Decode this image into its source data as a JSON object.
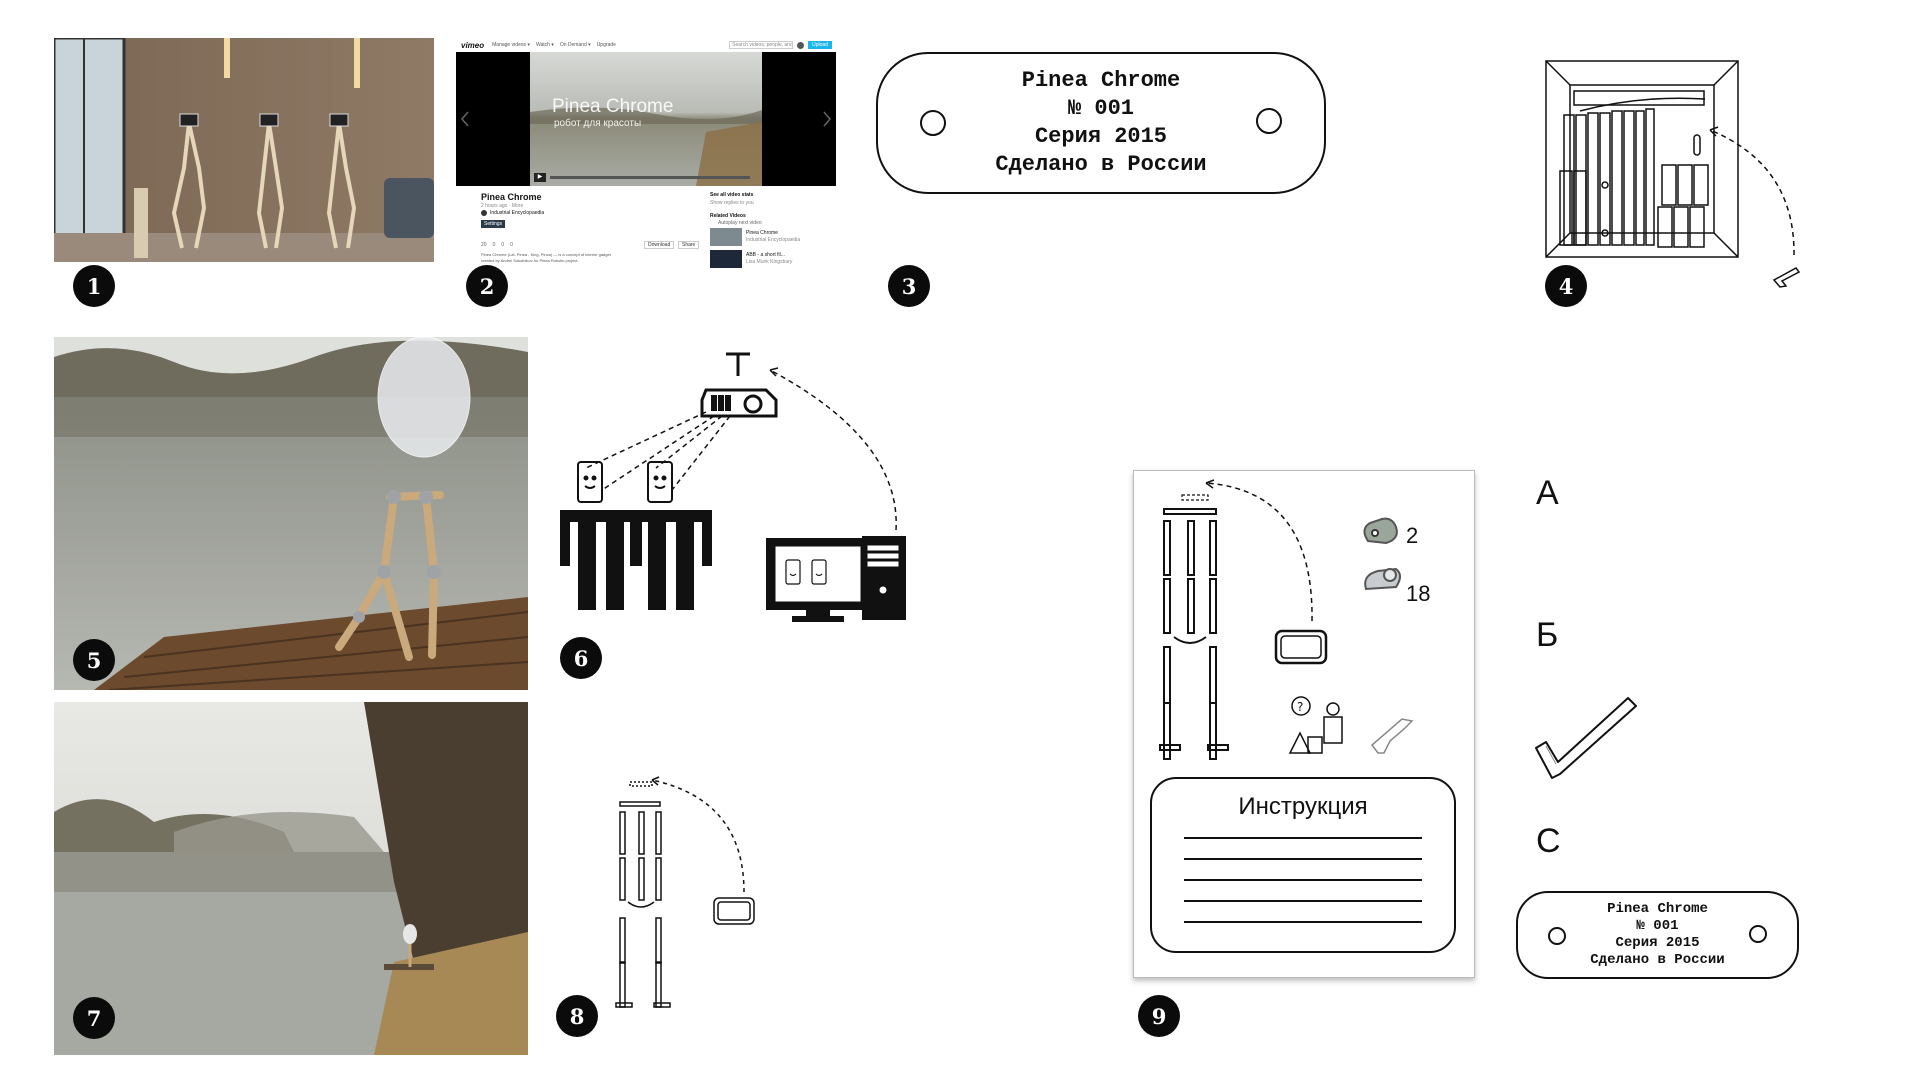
{
  "badges": [
    "1",
    "2",
    "3",
    "4",
    "5",
    "6",
    "7",
    "8",
    "9"
  ],
  "vimeo": {
    "logo": "vimeo",
    "nav": [
      "Manage videos ▾",
      "Watch ▾",
      "On Demand ▾",
      "Upgrade"
    ],
    "search_placeholder": "Search videos, people, and more",
    "upload_label": "Upload",
    "video_title": "Pinea Chrome",
    "video_subtitle": "робот для красоты",
    "page_title": "Pinea Chrome",
    "meta": "2 hours ago · More",
    "author": "Industrial Encyclopaedia",
    "settings_label": "Settings",
    "stats_heading": "See all video stats",
    "stats_sub": "Show replies to you",
    "related_heading": "Related Videos",
    "autoplay": "Autoplay next video",
    "related": [
      {
        "title": "Pinea Chrome",
        "author": "Industrial Encyclopaedia"
      },
      {
        "title": "ABB - a short fil...",
        "author": "Lisa Munk Kingsbury"
      }
    ],
    "counts": [
      "20",
      "0",
      "0",
      "0"
    ],
    "download_label": "Download",
    "share_label": "Share",
    "description": "Pinea Chrome (Lat. Pinea - King, Pinus) — is a concept of interior gadget created by Andrei Sokolnikov for Pinea Robotic project."
  },
  "plate": {
    "line1": "Pinea Chrome",
    "line2": "№ 001",
    "line3": "Серия 2015",
    "line4": "Сделано в России"
  },
  "instruction": {
    "title": "Инструкция",
    "count_a": "2",
    "count_b": "18"
  },
  "legend": {
    "a": "А",
    "b": "Б",
    "c": "С"
  },
  "colors": {
    "badge": "#0b0b0b",
    "line": "#111111",
    "vimeo_blue": "#1ab7ea"
  }
}
